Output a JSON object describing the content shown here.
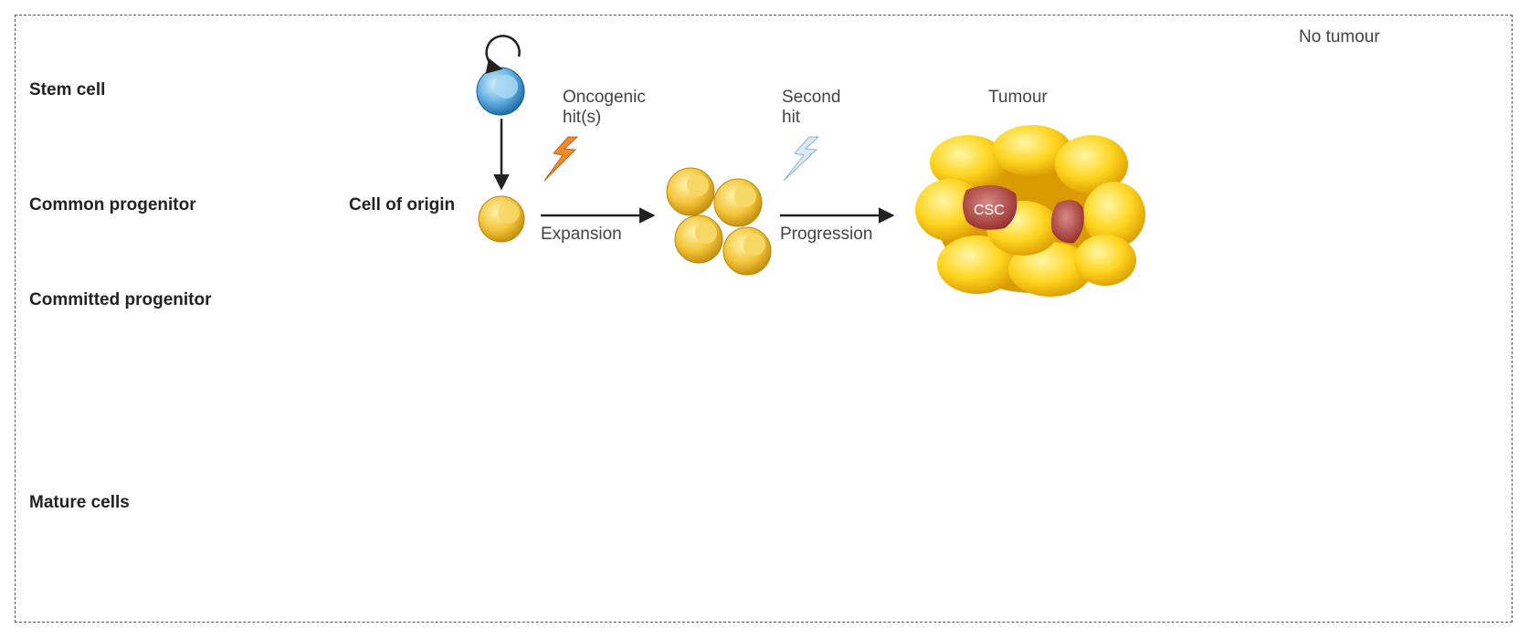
{
  "rows": {
    "stem_cell": "Stem cell",
    "common_progenitor": "Common progenitor",
    "committed_progenitor": "Committed progenitor",
    "mature_cells": "Mature cells"
  },
  "labels": {
    "cell_of_origin": "Cell of origin",
    "oncogenic_hits_line1": "Oncogenic",
    "oncogenic_hits_line2": "hit(s)",
    "second_hit_line1": "Second",
    "second_hit_line2": "hit",
    "expansion": "Expansion",
    "progression": "Progression",
    "tumour": "Tumour",
    "no_tumour": "No tumour",
    "csc": "CSC"
  },
  "colors": {
    "stem": "#5aa9dd",
    "progenitor_yellow": "#f2c233",
    "committed_orange": "#e8741f",
    "mature_purple": "#9a8fcf",
    "mature_blue": "#2f6fae",
    "tumour_yellow": "#ffd21a",
    "csc_red": "#a8322c",
    "hit_orange": "#f08a2a",
    "hit_blue": "#cfe3f5",
    "hit_green": "#4c8a24"
  }
}
